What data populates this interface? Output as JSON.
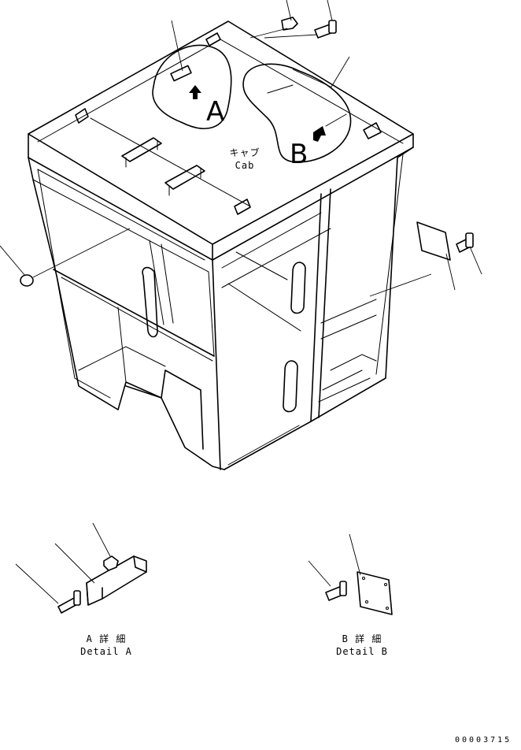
{
  "labels": {
    "zone_a": "A",
    "zone_b": "B",
    "cab_jp": "キャブ",
    "cab_en": "Cab",
    "detail_a_jp": "A 詳 細",
    "detail_a_en": "Detail A",
    "detail_b_jp": "B 詳 細",
    "detail_b_en": "Detail B",
    "drawing_number": "00003715"
  }
}
